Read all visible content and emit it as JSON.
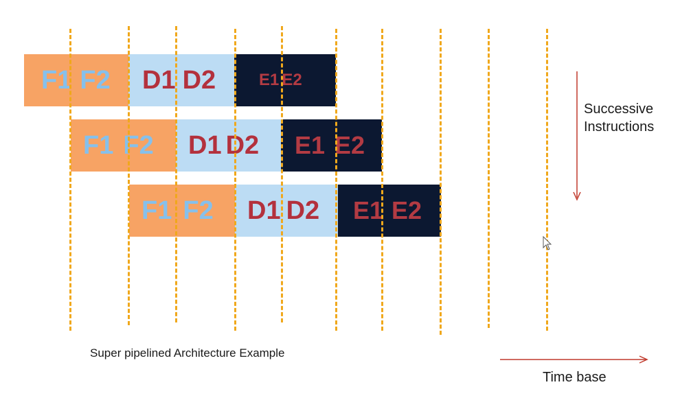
{
  "diagram": {
    "rows": [
      {
        "fetch": [
          "F1",
          "F2"
        ],
        "decode": [
          "D1",
          "D2"
        ],
        "execute": [
          "E1",
          "E2"
        ]
      },
      {
        "fetch": [
          "F1",
          "F2"
        ],
        "decode": [
          "D1",
          "D2"
        ],
        "execute": [
          "E1",
          "E2"
        ]
      },
      {
        "fetch": [
          "F1",
          "F2"
        ],
        "decode": [
          "D1",
          "D2"
        ],
        "execute": [
          "E1",
          "E2"
        ]
      }
    ],
    "side_label_line1": "Successive",
    "side_label_line2": "Instructions",
    "caption": "Super pipelined Architecture Example",
    "time_label": "Time base"
  },
  "colors": {
    "fetch": "#f7a364",
    "fetch_text": "#86c0eb",
    "decode": "#bcdcf4",
    "decode_text": "#b3313d",
    "execute": "#0c1831",
    "execute_text": "#b33b43",
    "clock_line": "#f0a81c",
    "arrow": "#c0392b"
  }
}
